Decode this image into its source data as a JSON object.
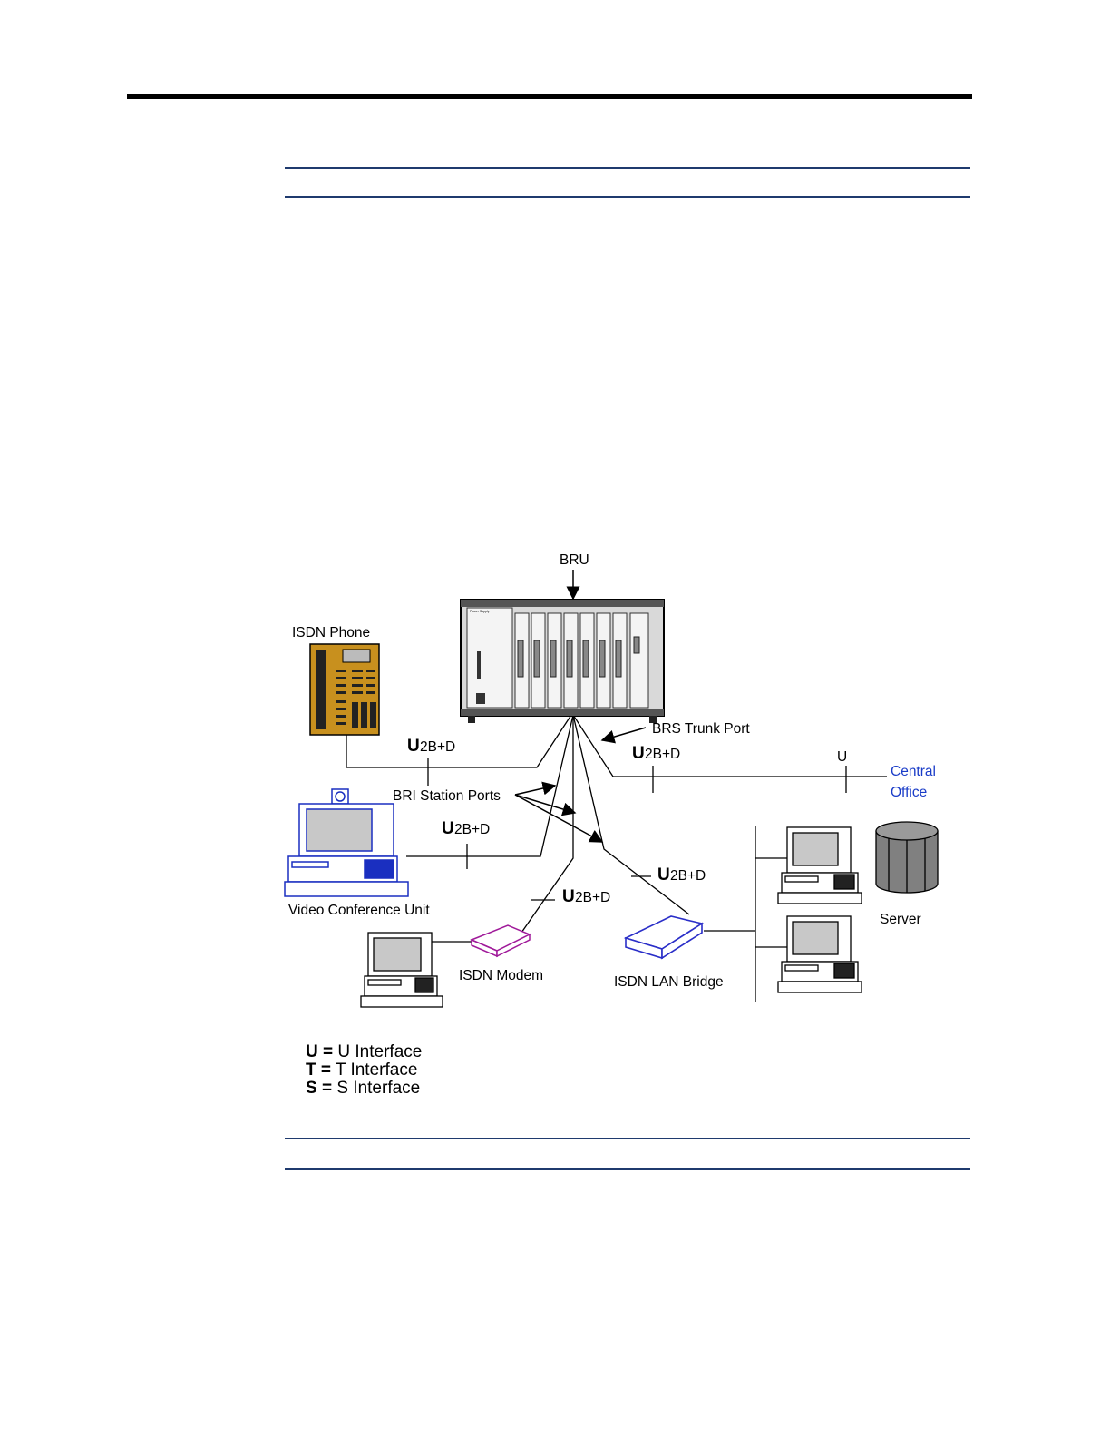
{
  "diagram": {
    "labels": {
      "bru": "BRU",
      "isdn_phone": "ISDN Phone",
      "brs_trunk_port": "BRS Trunk Port",
      "bri_station_ports": "BRI Station Ports",
      "video_conference_unit": "Video Conference Unit",
      "isdn_modem": "ISDN Modem",
      "isdn_lan_bridge": "ISDN LAN Bridge",
      "server": "Server",
      "central_office_line1": "Central",
      "central_office_line2": "Office",
      "u_trunk": "U"
    },
    "interface_labels": {
      "u_letter": "U",
      "u_suffix": "2B+D"
    },
    "rack_labels": {
      "power_supply": "Power Supply"
    }
  },
  "legend": [
    {
      "key": "U =",
      "value": "U Interface"
    },
    {
      "key": "T =",
      "value": "T Interface"
    },
    {
      "key": "S =",
      "value": "S Interface"
    }
  ],
  "colors": {
    "phone": "#c8901e",
    "video_unit": "#1a2fc0",
    "modem": "#a01a9a",
    "lan_bridge": "#2a2ec8",
    "central_office_text": "#1a3cc8",
    "header_rule_blue": "#1f3a6e"
  }
}
